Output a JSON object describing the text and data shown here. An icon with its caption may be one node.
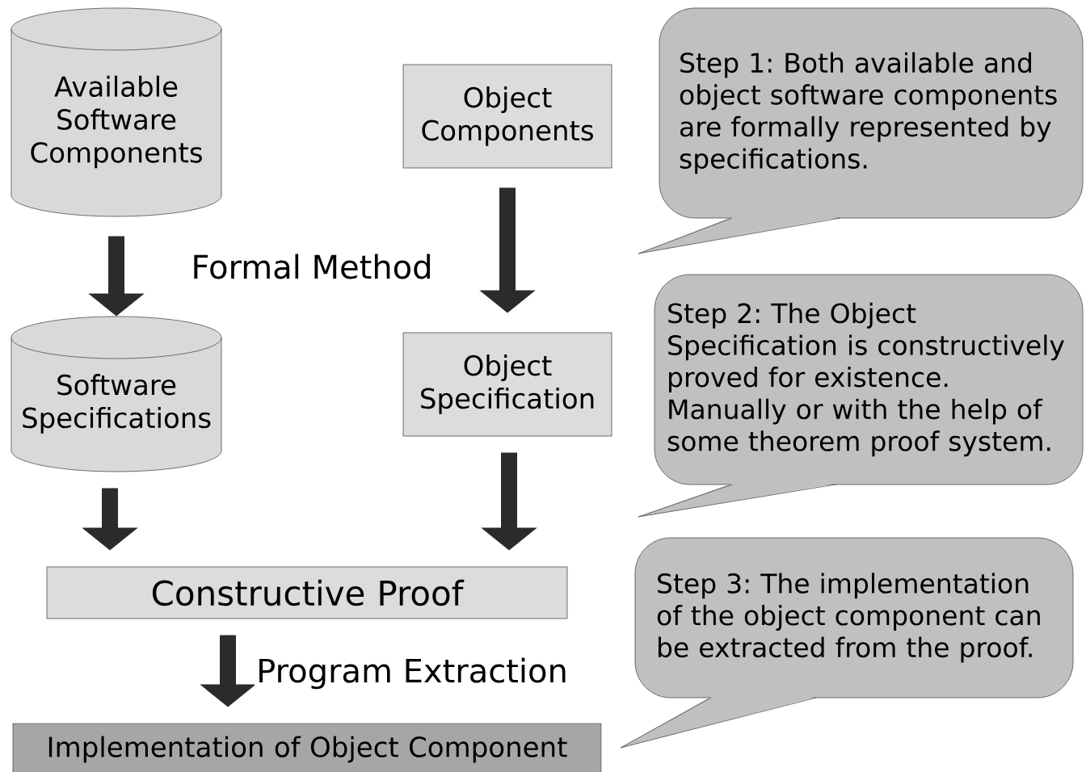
{
  "diagram": {
    "nodes": [
      {
        "text": [
          "Available Software Components"
        ]
      },
      {
        "text": [
          "Object Components"
        ]
      },
      {
        "text": [
          "Software Specifications"
        ]
      },
      {
        "text": [
          "Object Specification"
        ]
      },
      {
        "text": [
          "Constructive Proof"
        ]
      },
      {
        "text": [
          "Implementation of Object Component"
        ]
      },
      {
        "text": [
          "Step 1: Both available and object software components are formally represented by specifications."
        ]
      },
      {
        "text": [
          "Step 2: The Object Specification is constructively proved  for existence. Manually or with the help of some theorem proof system."
        ]
      },
      {
        "text": [
          "Step 3: The implementation of the object component can be extracted from the proof."
        ]
      }
    ],
    "edges": [
      {
        "from": 0,
        "to": 2,
        "arrow": "to",
        "label": "Formal Method"
      },
      {
        "from": 1,
        "to": 3,
        "arrow": "to"
      },
      {
        "from": 2,
        "to": 4,
        "arrow": "to"
      },
      {
        "from": 3,
        "to": 4,
        "arrow": "to"
      },
      {
        "from": 4,
        "to": 5,
        "arrow": "to",
        "label": "Program Extraction"
      }
    ]
  }
}
